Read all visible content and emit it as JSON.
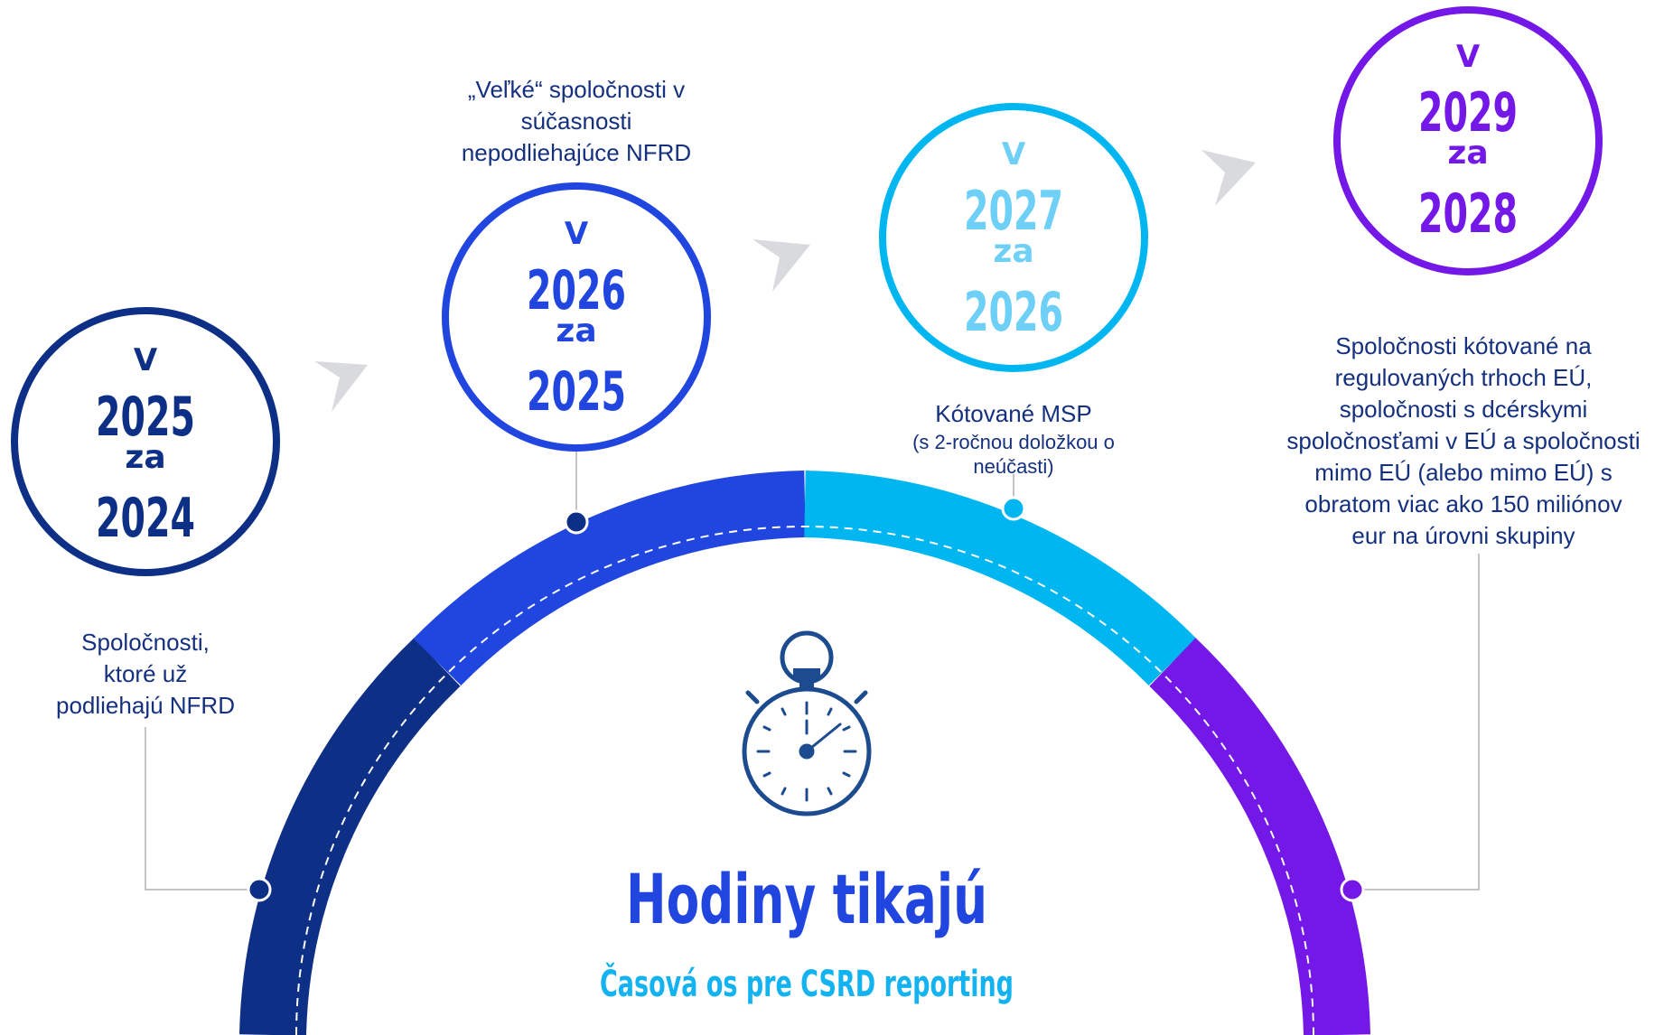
{
  "title": "Hodiny tikajú",
  "subtitle": "Časová os pre CSRD reporting",
  "colors": {
    "navy": "#0e2f86",
    "blue": "#2146e0",
    "cyan": "#00b6f0",
    "light_cyan": "#6fd0f7",
    "purple": "#7318e6",
    "text": "#14307e",
    "arrow": "#d9dadd"
  },
  "milestones": [
    {
      "v": "V",
      "year": "2025",
      "za": "za",
      "report_year": "2024",
      "description": [
        "Spoločnosti,",
        "ktoré už",
        "podliehajú NFRD"
      ],
      "color": "#0e2f86",
      "text_color": "#0e2f86"
    },
    {
      "v": "V",
      "year": "2026",
      "za": "za",
      "report_year": "2025",
      "description": [
        "„Veľké“ spoločnosti v",
        "súčasnosti",
        "nepodliehajúce NFRD"
      ],
      "color": "#2146e0",
      "text_color": "#2146e0"
    },
    {
      "v": "V",
      "year": "2027",
      "za": "za",
      "report_year": "2026",
      "description": [
        "Kótované MSP"
      ],
      "description_small": [
        "(s 2-ročnou doložkou o",
        "neúčasti)"
      ],
      "color": "#00b6f0",
      "text_color": "#6fd0f7"
    },
    {
      "v": "V",
      "year": "2029",
      "za": "za",
      "report_year": "2028",
      "description": [
        "Spoločnosti kótované na",
        "regulovaných trhoch EÚ,",
        "spoločnosti s dcérskymi",
        "spoločnosťami v EÚ a spoločnosti",
        "mimo EÚ (alebo mimo EÚ) s",
        "obratom viac ako 150 miliónov",
        "eur na úrovni skupiny"
      ],
      "color": "#7318e6",
      "text_color": "#7318e6"
    }
  ]
}
